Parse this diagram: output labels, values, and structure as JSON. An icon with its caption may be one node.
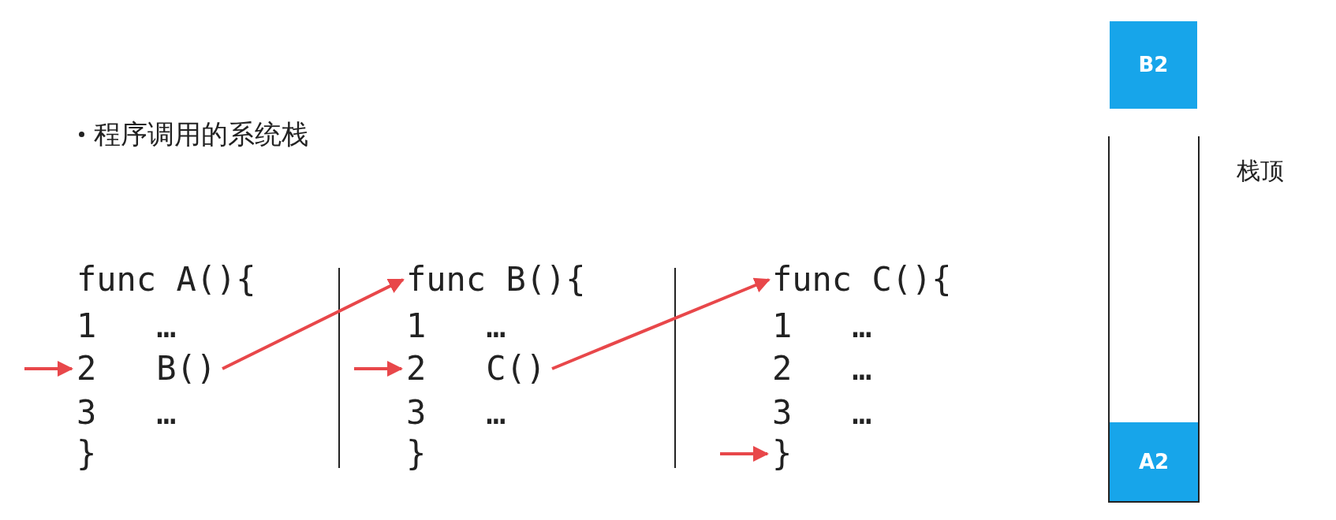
{
  "diagram": {
    "title": "程序调用的系统栈",
    "nodes": [
      {
        "text": [
          "func A(){"
        ]
      },
      {
        "text": [
          "1   …"
        ]
      },
      {
        "text": [
          "2   B()"
        ]
      },
      {
        "text": [
          "3   …"
        ]
      },
      {
        "text": [
          "}"
        ]
      },
      {
        "text": [
          "func B(){"
        ]
      },
      {
        "text": [
          "1   …"
        ]
      },
      {
        "text": [
          "2   C()"
        ]
      },
      {
        "text": [
          "3   …"
        ]
      },
      {
        "text": [
          "}"
        ]
      },
      {
        "text": [
          "func C(){"
        ]
      },
      {
        "text": [
          "1   …"
        ]
      },
      {
        "text": [
          "2   …"
        ]
      },
      {
        "text": [
          "3   …"
        ]
      },
      {
        "text": [
          "}"
        ]
      },
      {
        "text": [
          "B2"
        ]
      },
      {
        "text": [],
        "shape": "box"
      },
      {
        "text": [
          "A2"
        ],
        "in": 16
      }
    ],
    "edges": [
      {
        "from": null,
        "to": 2,
        "arrow": "to"
      },
      {
        "from": 2,
        "to": 5,
        "arrow": "to"
      },
      {
        "from": null,
        "to": 7,
        "arrow": "to"
      },
      {
        "from": 7,
        "to": 10,
        "arrow": "to"
      },
      {
        "from": null,
        "to": 14,
        "arrow": "to"
      }
    ],
    "labels": [
      "栈顶"
    ]
  }
}
